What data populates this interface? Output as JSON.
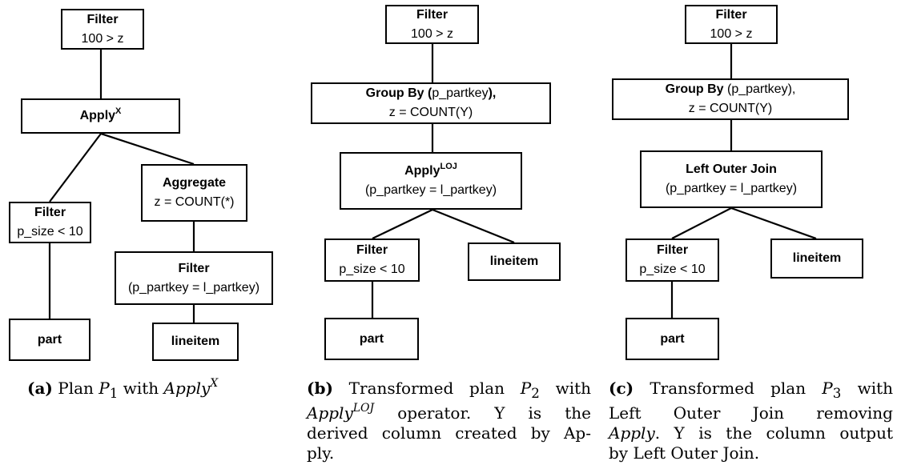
{
  "plan_a": {
    "top_filter": {
      "title": "Filter",
      "cond": "100 > z"
    },
    "apply": {
      "title": "Apply",
      "sup": "X"
    },
    "filter_left": {
      "title": "Filter",
      "cond": "p_size < 10"
    },
    "aggregate": {
      "title": "Aggregate",
      "expr": "z = COUNT(*)"
    },
    "filter_right": {
      "title": "Filter",
      "cond": "(p_partkey = l_partkey)"
    },
    "part": "part",
    "lineitem": "lineitem"
  },
  "plan_b": {
    "top_filter": {
      "title": "Filter",
      "cond": "100 > z"
    },
    "group_by": {
      "title": "Group By",
      "paren_open": "(",
      "arg": "p_partkey",
      "paren_close": "),",
      "expr": "z = COUNT(Y)"
    },
    "apply": {
      "title": "Apply",
      "sup": "LOJ",
      "cond": "(p_partkey = l_partkey)"
    },
    "filter": {
      "title": "Filter",
      "cond": "p_size < 10"
    },
    "lineitem": "lineitem",
    "part": "part"
  },
  "plan_c": {
    "top_filter": {
      "title": "Filter",
      "cond": "100 > z"
    },
    "group_by": {
      "title": "Group By",
      "arg": "(p_partkey),",
      "expr": "z = COUNT(Y)"
    },
    "loj": {
      "title": "Left Outer Join",
      "cond": "(p_partkey = l_partkey)"
    },
    "filter": {
      "title": "Filter",
      "cond": "p_size < 10"
    },
    "lineitem": "lineitem",
    "part": "part"
  },
  "captions": {
    "a": {
      "label": "(a)",
      "text": "Plan",
      "p": "P",
      "sub": "1",
      "with": "with",
      "apply": "Apply",
      "sup": "X"
    },
    "b": {
      "label": "(b)",
      "l1": "Transformed plan",
      "p": "P",
      "sub": "2",
      "with": "with",
      "apply": "Apply",
      "sup": "LOJ",
      "l2rest": "operator. Y is the",
      "l3": "derived column created by Ap-",
      "l4": "ply."
    },
    "c": {
      "label": "(c)",
      "l1": "Transformed plan",
      "p": "P",
      "sub": "3",
      "with": "with",
      "l2": "Left Outer Join removing",
      "apply": "Apply",
      "l3rest": ". Y is the column output",
      "l4": "by Left Outer Join."
    }
  }
}
